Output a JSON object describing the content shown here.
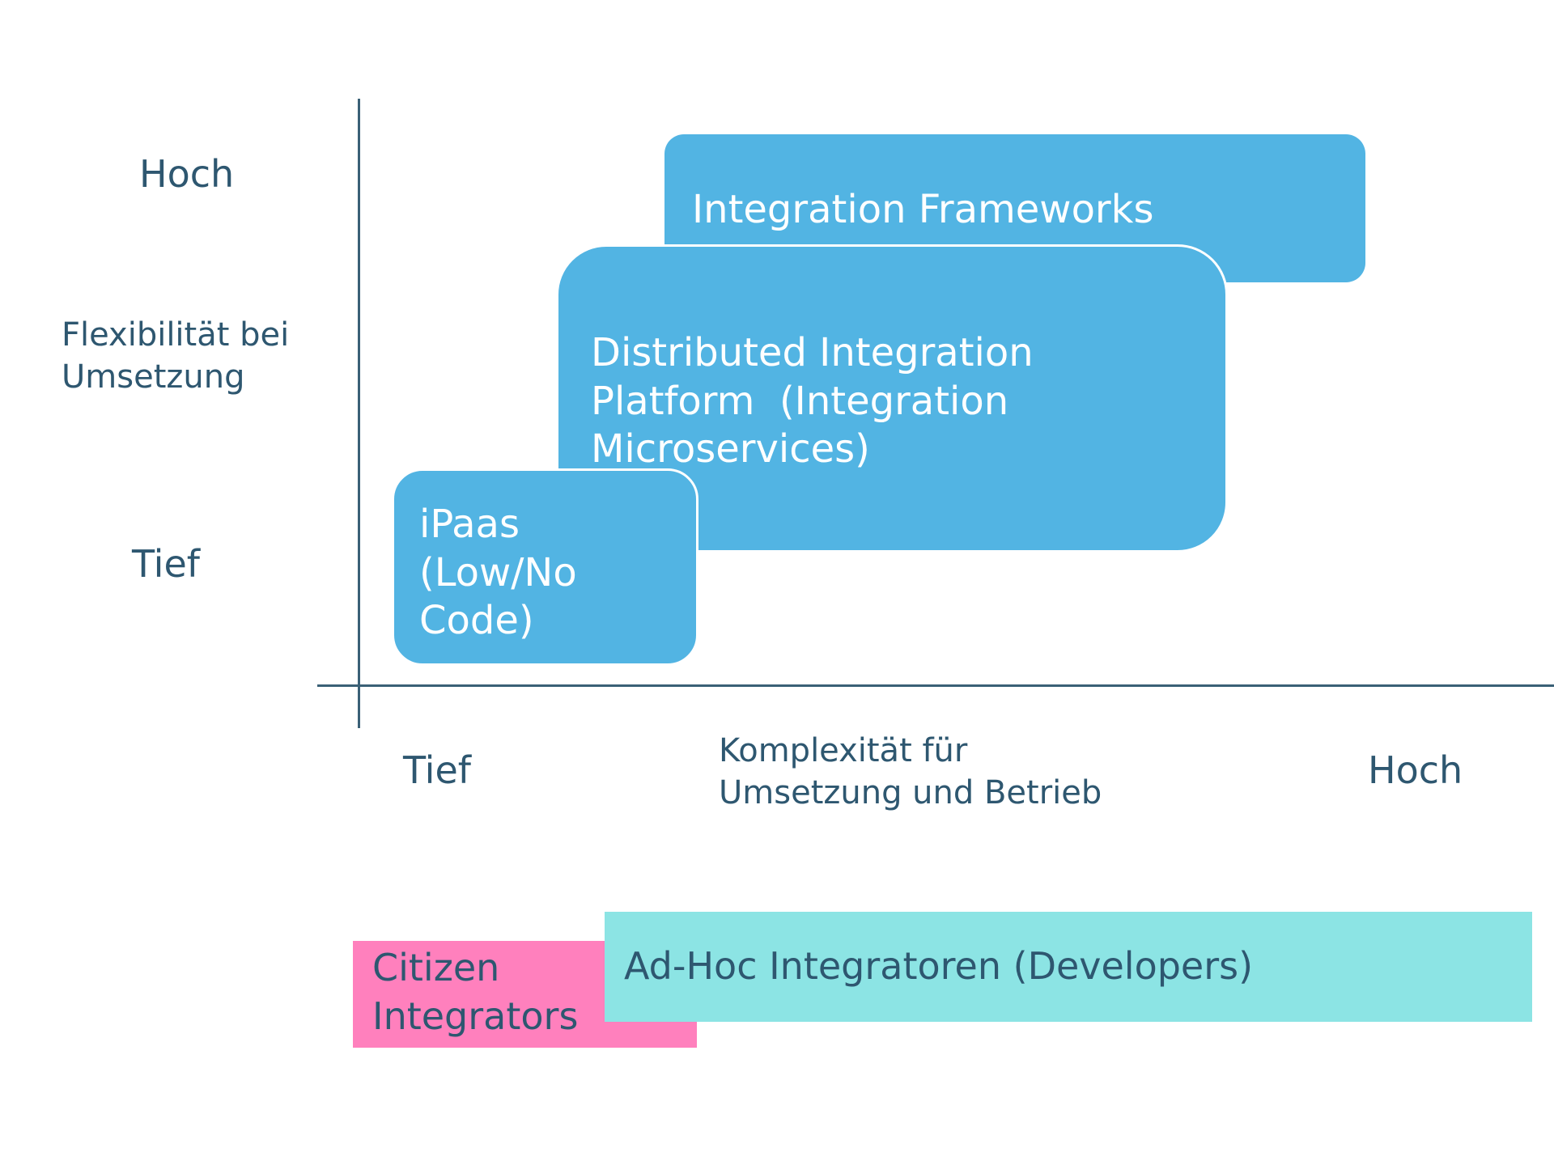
{
  "y_axis": {
    "high_label": "Hoch",
    "title_line1": "Flexibilität bei",
    "title_line2": "Umsetzung",
    "low_label": "Tief"
  },
  "x_axis": {
    "low_label": "Tief",
    "title_line1": "Komplexität für",
    "title_line2": "Umsetzung und Betrieb",
    "high_label": "Hoch"
  },
  "boxes": {
    "frameworks": "Integration Frameworks",
    "distributed_line1": "Distributed Integration",
    "distributed_line2": "Platform  (Integration",
    "distributed_line3": "Microservices)",
    "ipaas_line1": "iPaas",
    "ipaas_line2": "(Low/No",
    "ipaas_line3": "Code)"
  },
  "bands": {
    "citizen_line1": "Citizen",
    "citizen_line2": "Integrators",
    "adhoc": "Ad-Hoc Integratoren (Developers)"
  },
  "colors": {
    "box_fill": "#52b4e3",
    "axis_text": "#2e5770",
    "citizen_fill": "#ff80bd",
    "adhoc_fill": "#8ce4e4"
  }
}
